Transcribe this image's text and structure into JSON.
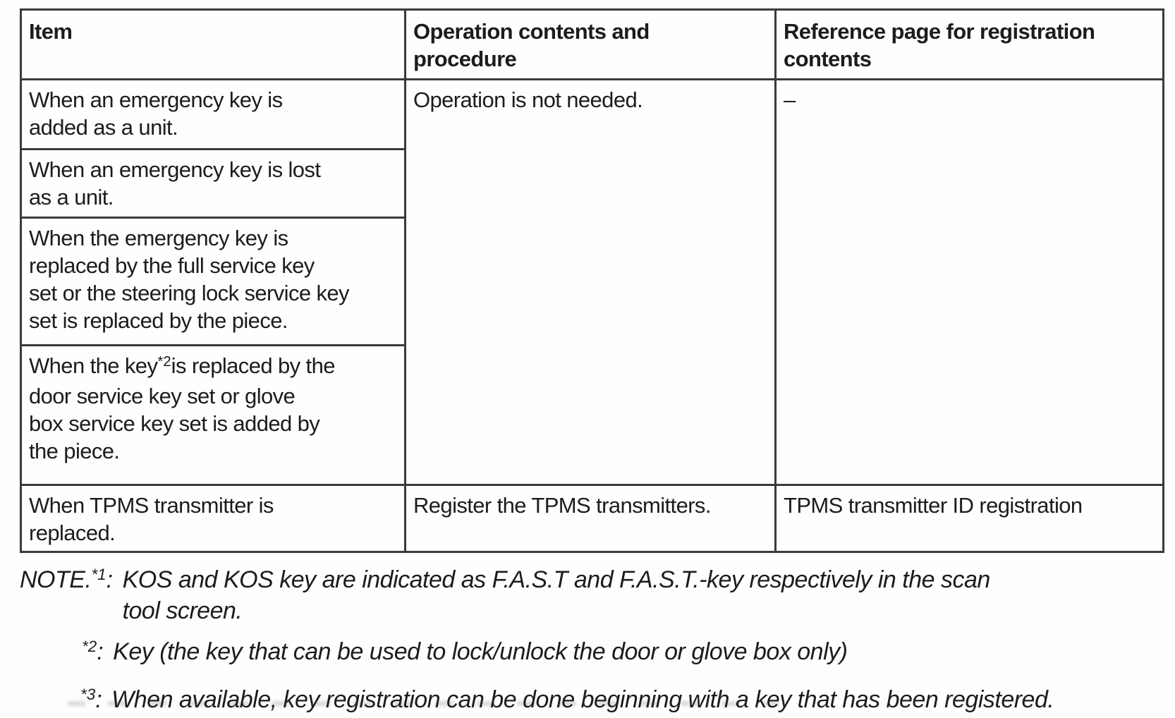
{
  "table": {
    "headers": {
      "item": "Item",
      "operation": [
        "Operation contents and",
        "procedure"
      ],
      "reference": [
        "Reference page for registration",
        "contents"
      ]
    },
    "rows": {
      "emergency_added": [
        "When an emergency key is",
        "added as a unit."
      ],
      "emergency_lost": [
        "When an emergency key is lost",
        "as a unit."
      ],
      "emergency_replaced": [
        "When the emergency key is",
        "replaced by the full service key",
        "set or the steering lock service key",
        "set is replaced by the piece."
      ],
      "key_replaced": {
        "prefix": "When the key",
        "sup": "*2",
        "suffix": [
          "is replaced by the",
          "door service key set or glove",
          "box service key set is added by",
          "the piece."
        ]
      },
      "tpms": {
        "item": [
          "When TPMS transmitter is",
          "replaced."
        ],
        "operation": "Register the TPMS transmitters.",
        "reference": "TPMS transmitter ID registration"
      }
    },
    "merged": {
      "operation": "Operation is not needed.",
      "reference": "–"
    }
  },
  "notes": {
    "label": "NOTE.",
    "colon": ":",
    "items": [
      {
        "sup": "*1",
        "lines": [
          "KOS and KOS key are indicated as F.A.S.T and F.A.S.T.-key respectively in the scan",
          "tool screen."
        ]
      },
      {
        "sup": "*2",
        "text": "Key (the key that can be used to lock/unlock the door or glove box only)"
      },
      {
        "sup": "*3",
        "text": "When available, key registration can be done beginning with a key that has been registered."
      }
    ]
  },
  "colors": {
    "text": "#1c1c1c",
    "border": "#3a3a3a",
    "background": "#fefefe"
  }
}
